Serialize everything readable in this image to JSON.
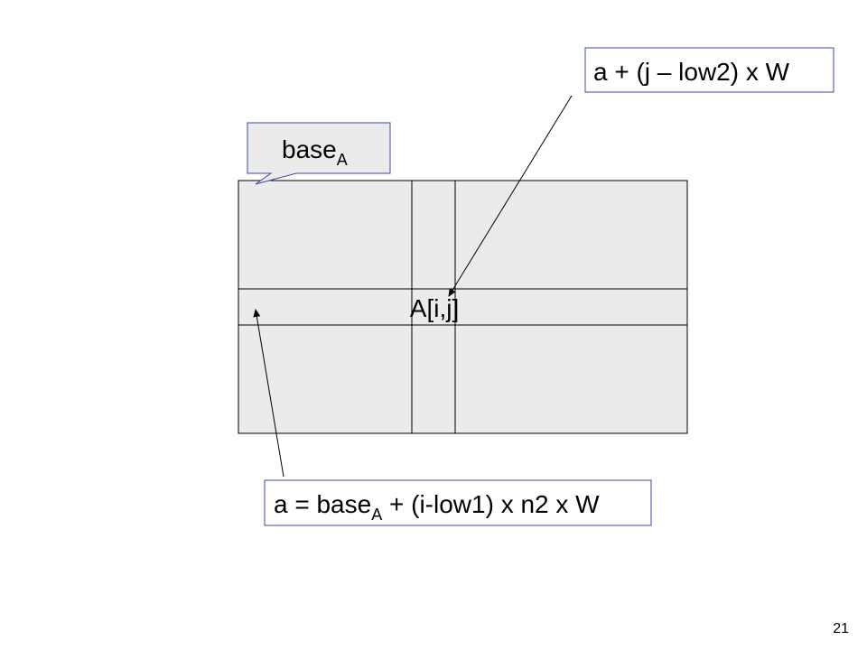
{
  "diagram": {
    "matrix_element_label": "A[i,j]",
    "base_callout": {
      "text": "base",
      "subscript": "A"
    },
    "column_formula": {
      "text": "a + (j – low2) x W"
    },
    "row_formula": {
      "prefix": "a = base",
      "subscript": "A",
      "suffix": " + (i-low1) x n2 x W"
    }
  },
  "page_number": "21",
  "colors": {
    "matrix_fill": "#ebebeb",
    "line": "#000000",
    "callout_fill": "#ebebeb",
    "box_border": "#3a4aa8",
    "background": "#ffffff"
  }
}
